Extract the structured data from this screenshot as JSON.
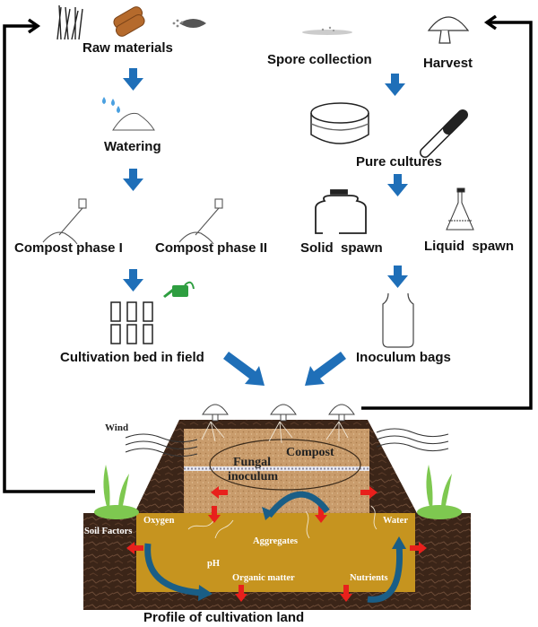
{
  "diagram": {
    "title": "Profile of cultivation land",
    "colors": {
      "flow_arrow": "#1f6fb8",
      "loop_line": "#000000",
      "soil_dark": "#3b2518",
      "soil_gold": "#c6941f",
      "compost": "#c89a6a",
      "red_arrow": "#e8201c",
      "cycle_arrow": "#1a5e86",
      "plant": "#7ec850"
    },
    "left_branch": {
      "raw_materials": "Raw materials",
      "watering": "Watering",
      "compost_phase_1": "Compost phase I",
      "compost_phase_2": "Compost phase II",
      "cultivation_bed": "Cultivation bed in field"
    },
    "right_branch": {
      "spore_collection": "Spore collection",
      "harvest": "Harvest",
      "pure_cultures": "Pure cultures",
      "solid_spawn": "Solid  spawn",
      "liquid_spawn": "Liquid  spawn",
      "inoculum_bags": "Inoculum bags"
    },
    "profile": {
      "wind": "Wind",
      "compost": "Compost",
      "fungal": "Fungal",
      "inoculum": "inoculum",
      "soil_factors": "Soil Factors",
      "oxygen": "Oxygen",
      "aggregates": "Aggregates",
      "water": "Water",
      "ph": "pH",
      "organic_matter": "Organic matter",
      "nutrients": "Nutrients"
    },
    "icons": [
      "grass-icon",
      "wood-logs-icon",
      "corn-icon",
      "spore-powder-icon",
      "mushroom-icon",
      "water-drops-icon",
      "sand-pile-icon",
      "shovel-compost-icon",
      "petri-dish-icon",
      "test-tube-icon",
      "spawn-jar-icon",
      "erlenmeyer-flask-icon",
      "watering-can-icon",
      "bed-grid-icon",
      "inoculum-bag-icon"
    ]
  }
}
